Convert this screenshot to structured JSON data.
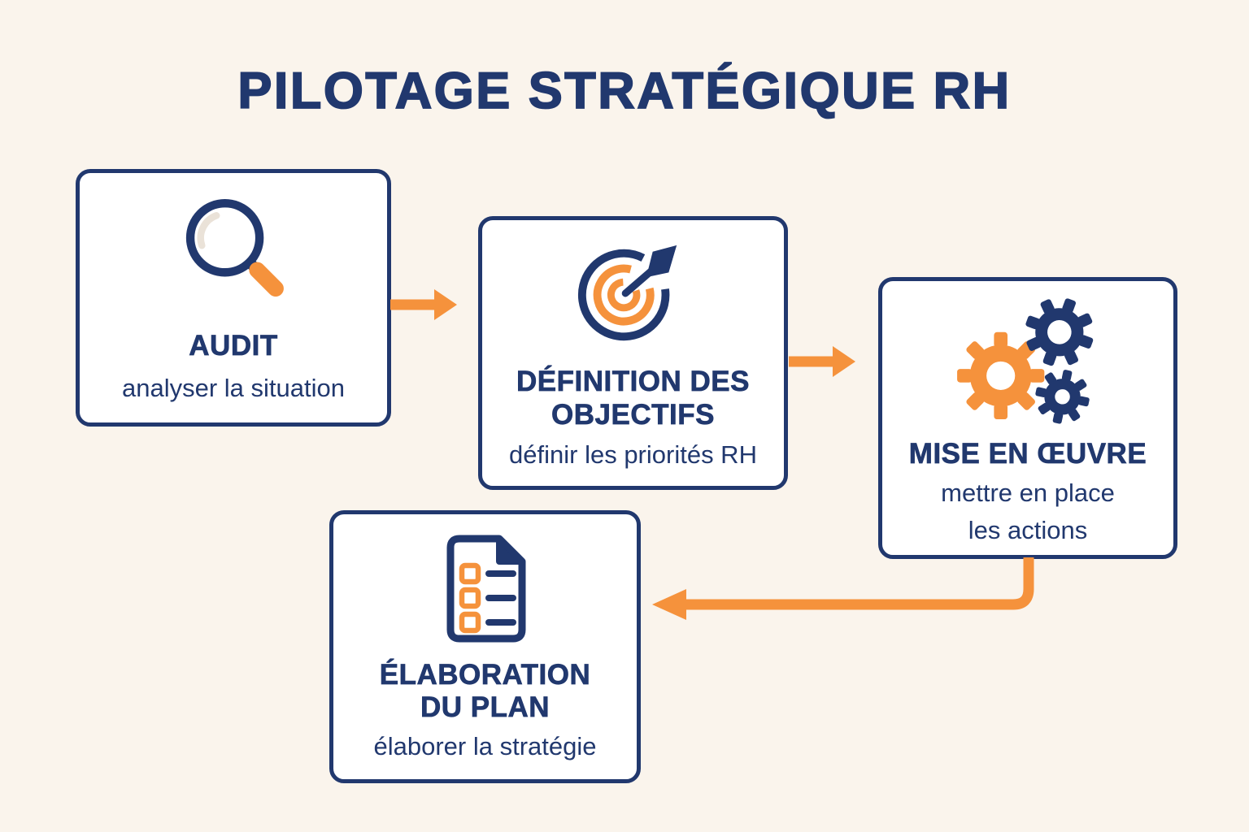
{
  "title": "PILOTAGE STRATÉGIQUE RH",
  "colors": {
    "navy": "#21386E",
    "orange": "#F5923C",
    "background": "#FAF4EC",
    "card_background": "#FFFFFF",
    "lens_highlight": "#EAE2D8"
  },
  "steps": [
    {
      "name": "audit",
      "icon": "magnifier-icon",
      "title_line1": "AUDIT",
      "subtitle_line1": "analyser la situation"
    },
    {
      "name": "definition-des-objectifs",
      "icon": "target-dart-icon",
      "title_line1": "DÉFINITION DES",
      "title_line2": "OBJECTIFS",
      "subtitle_line1": "définir les priorités RH"
    },
    {
      "name": "mise-en-oeuvre",
      "icon": "gears-icon",
      "title_line1": "MISE EN ŒUVRE",
      "subtitle_line1": "mettre en place",
      "subtitle_line2": "les actions"
    },
    {
      "name": "elaboration-du-plan",
      "icon": "document-checklist-icon",
      "title_line1": "ÉLABORATION",
      "title_line2": "DU PLAN",
      "subtitle_line1": "élaborer la stratégie"
    }
  ]
}
